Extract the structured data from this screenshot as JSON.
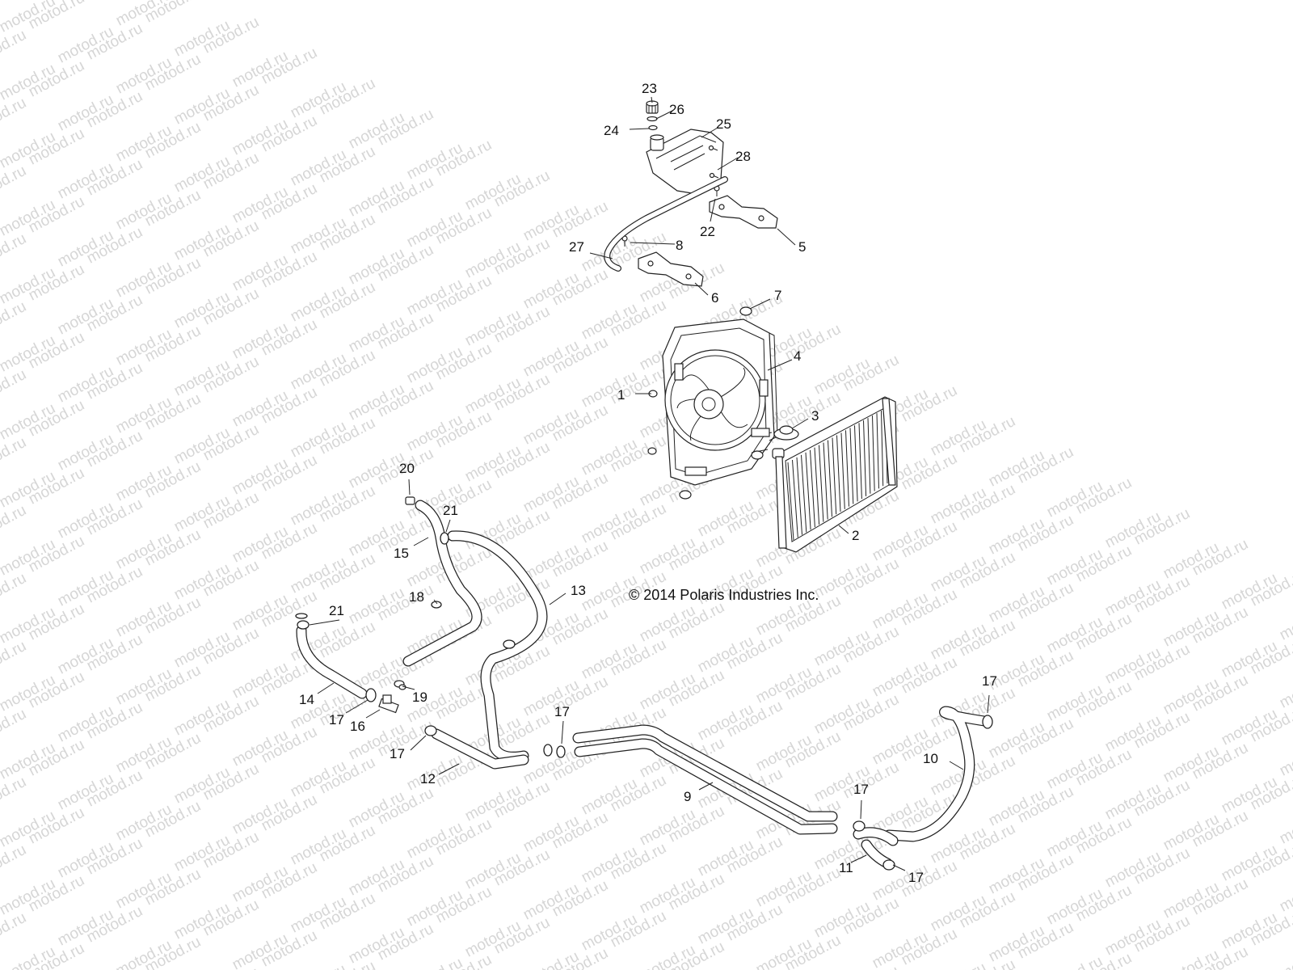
{
  "watermark": "motod.ru",
  "copyright": "© 2014 Polaris Industries Inc.",
  "callouts": {
    "c1": "1",
    "c2": "2",
    "c3": "3",
    "c4": "4",
    "c5": "5",
    "c6": "6",
    "c7": "7",
    "c8": "8",
    "c9": "9",
    "c10": "10",
    "c11": "11",
    "c12": "12",
    "c13": "13",
    "c14": "14",
    "c15": "15",
    "c16": "16",
    "c17": "17",
    "c18": "18",
    "c19": "19",
    "c20": "20",
    "c21": "21",
    "c22": "22",
    "c23": "23",
    "c24": "24",
    "c25": "25",
    "c26": "26",
    "c27": "27",
    "c28": "28"
  }
}
